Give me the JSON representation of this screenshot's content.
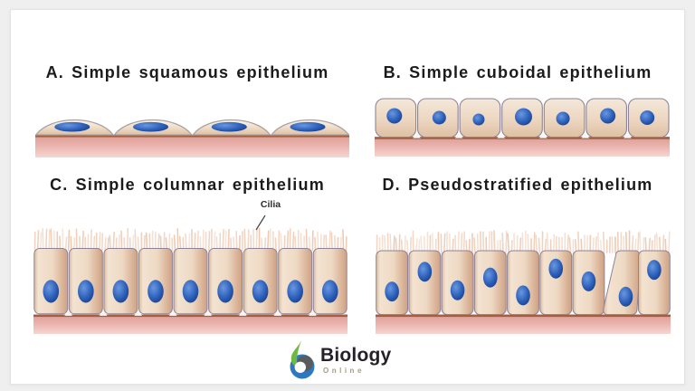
{
  "page": {
    "background_color": "#efefef",
    "card_color": "#ffffff",
    "card_border_color": "#e4e4e4"
  },
  "panels": [
    {
      "key": "squamous",
      "label": "A. Simple squamous epithelium",
      "cell_count": 4
    },
    {
      "key": "cuboidal",
      "label": "B. Simple cuboidal epithelium",
      "cell_count": 7,
      "nucleus_radii": [
        8.5,
        7.5,
        6.5,
        9.5,
        7.5,
        8.5,
        8
      ]
    },
    {
      "key": "columnar",
      "label": "C. Simple columnar epithelium",
      "cell_count": 9,
      "annotation": "Cilia"
    },
    {
      "key": "pseudostratified",
      "label": "D. Pseudostratified epithelium",
      "cell_count": 9,
      "nucleus_levels": [
        0.64,
        0.33,
        0.62,
        0.42,
        0.7,
        0.28,
        0.48,
        0.72,
        0.3
      ],
      "tilts": [
        0,
        0,
        0,
        0,
        0,
        0,
        0,
        12,
        0
      ]
    }
  ],
  "diagram_colors": {
    "cell_border": "#8d8298",
    "dome_top": "#faf5ec",
    "dome_mid": "#efddc9",
    "dome_bottom": "#e0c0a2",
    "dome_stroke": "#a9a2a2",
    "box_top": "#f4e8da",
    "box_mid": "#ecd6c0",
    "box_bottom": "#dfc0a4",
    "col_edge_left": "#d8b99c",
    "col_light": "#f3e3d1",
    "col_mid": "#eed9c3",
    "col_edge_right": "#cfa183",
    "nucleus_light": "#6b97e0",
    "nucleus": "#2f63bc",
    "nucleus_dark": "#153a87",
    "membrane_line": "#9b5a38",
    "membrane_top": "#dc9d96",
    "membrane_mid": "#e9b2ab",
    "membrane_bottom": "#f6d6d1",
    "cilia": "#edc7ae",
    "notch": "#f9f5f0",
    "pointer_line": "#444444"
  },
  "logo": {
    "title": "Biology",
    "subtitle": "Online",
    "leaf_color": "#6fb843",
    "drop_color": "#2c79c0",
    "swirl_color": "#5a5b5e",
    "title_color": "#262128",
    "subtitle_color": "#a39b85"
  }
}
